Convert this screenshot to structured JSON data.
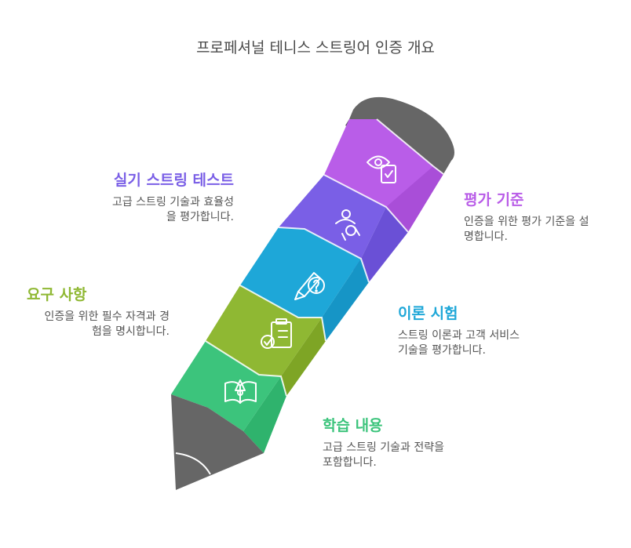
{
  "title": "프로페셔널 테니스 스트링어 인증 개요",
  "sections": {
    "practical": {
      "label": "실기 스트링 테스트",
      "desc": "고급 스트링 기술과 효율성\n을 평가합니다.",
      "color": "#7a5fe6",
      "icon": "people-icon"
    },
    "eval": {
      "label": "평가 기준",
      "desc": "인증을 위한 평가 기준을 설\n명합니다.",
      "color": "#b95de8",
      "icon": "eye-clipboard-icon"
    },
    "req": {
      "label": "요구 사항",
      "desc": "인증을 위한 필수 자격과 경\n험을 명시합니다.",
      "color": "#8fb833",
      "icon": "checklist-icon"
    },
    "theory": {
      "label": "이론 시험",
      "desc": "스트링 이론과 고객 서비스\n기술을 평가합니다.",
      "color": "#1ea7d8",
      "icon": "pencil-question-icon"
    },
    "learn": {
      "label": "학습 내용",
      "desc": "고급 스트링 기술과 전략을\n포함합니다.",
      "color": "#3cc47c",
      "icon": "book-shuttlecock-icon"
    }
  }
}
